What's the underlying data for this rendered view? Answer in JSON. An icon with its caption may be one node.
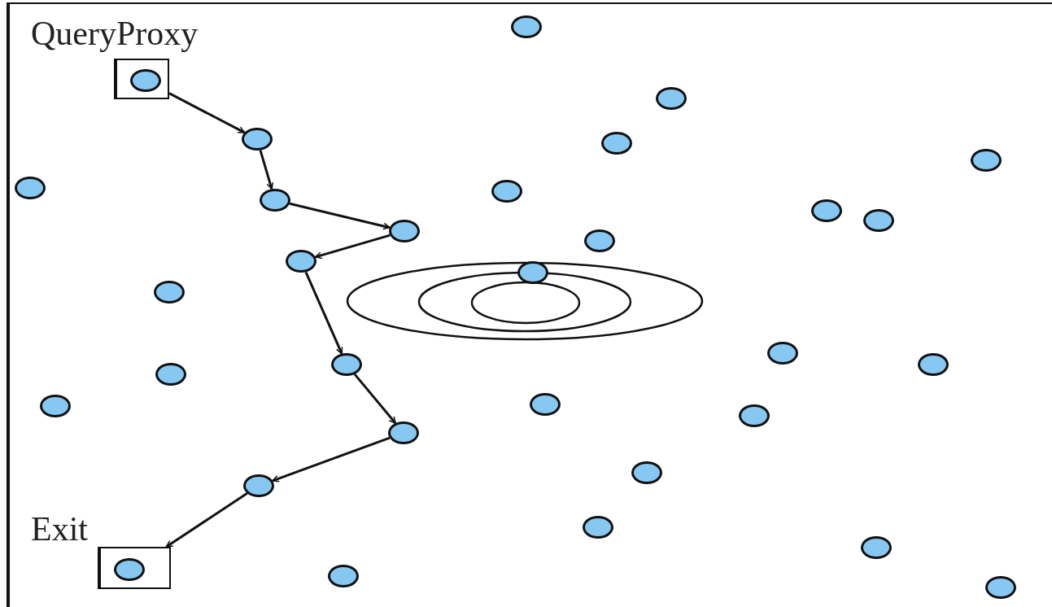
{
  "diagram": {
    "nodes": [
      {
        "text": [],
        "shape": "circle"
      },
      {
        "text": [
          "QueryProxy"
        ]
      },
      {
        "text": [],
        "shape": "circle",
        "in": 1
      },
      {
        "text": [],
        "shape": "circle"
      },
      {
        "text": [],
        "shape": "circle"
      },
      {
        "text": [],
        "shape": "circle"
      },
      {
        "text": [],
        "shape": "circle"
      },
      {
        "text": [],
        "shape": "circle"
      },
      {
        "text": [],
        "shape": "circle"
      },
      {
        "text": [],
        "shape": "circle"
      },
      {
        "text": [],
        "shape": "circle"
      },
      {
        "text": [],
        "shape": "circle"
      },
      {
        "text": [],
        "shape": "circle"
      },
      {
        "text": [],
        "shape": "circle"
      },
      {
        "text": [],
        "shape": "circle"
      },
      {
        "text": [],
        "shape": "circle"
      },
      {
        "text": [],
        "shape": "circle"
      },
      {
        "text": [],
        "shape": "circle"
      },
      {
        "text": [],
        "shape": "circle"
      },
      {
        "text": [],
        "shape": "circle"
      },
      {
        "text": [],
        "shape": "circle"
      },
      {
        "text": [],
        "shape": "circle"
      },
      {
        "text": [],
        "shape": "circle"
      },
      {
        "text": [],
        "shape": "circle"
      },
      {
        "text": [],
        "shape": "circle"
      },
      {
        "text": [],
        "shape": "circle"
      },
      {
        "text": [],
        "shape": "circle"
      },
      {
        "text": [],
        "shape": "circle"
      },
      {
        "text": [
          "Exit"
        ]
      },
      {
        "text": [],
        "shape": "circle",
        "in": 28
      },
      {
        "text": [],
        "shape": "circle"
      },
      {
        "text": [],
        "shape": "circle"
      },
      {
        "text": [],
        "shape": "circle"
      }
    ],
    "edges": [
      {
        "from": 1,
        "to": 4,
        "arrow": "to"
      },
      {
        "from": 4,
        "to": 9,
        "arrow": "to"
      },
      {
        "from": 9,
        "to": 12,
        "arrow": "to"
      },
      {
        "from": 12,
        "to": 14,
        "arrow": "to"
      },
      {
        "from": 14,
        "to": 18,
        "arrow": "to"
      },
      {
        "from": 18,
        "to": 24,
        "arrow": "to"
      },
      {
        "from": 24,
        "to": 26,
        "arrow": "to"
      },
      {
        "from": 26,
        "to": 28,
        "arrow": "to"
      }
    ]
  }
}
